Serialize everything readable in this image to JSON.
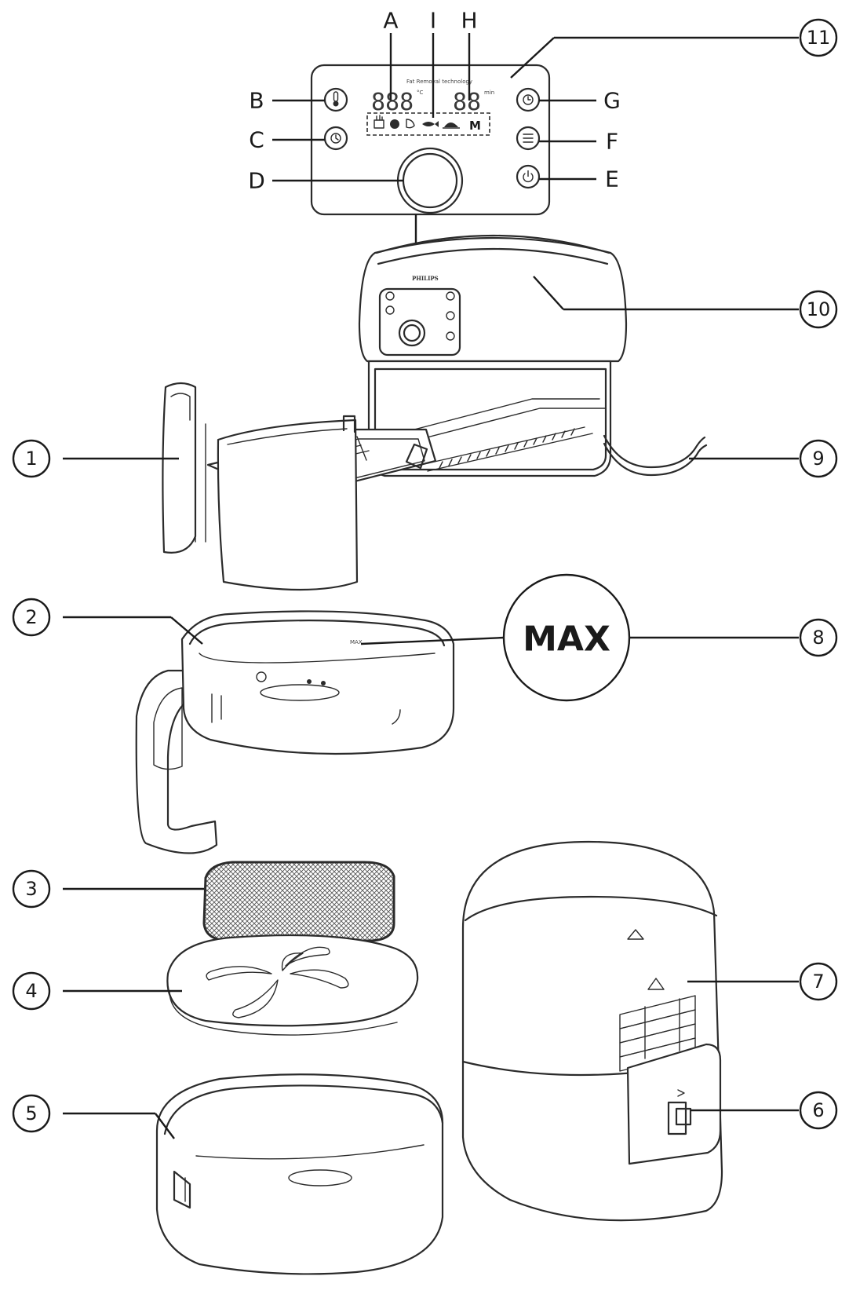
{
  "panel": {
    "brand_text": "Fat Removal technology",
    "temp_digits": "888",
    "temp_unit": "°C",
    "time_digits": "88",
    "time_unit": "min",
    "preset_M": "M"
  },
  "letters": {
    "A": "A",
    "I": "I",
    "H": "H",
    "B": "B",
    "C": "C",
    "D": "D",
    "G": "G",
    "F": "F",
    "E": "E"
  },
  "callouts": {
    "n1": "1",
    "n2": "2",
    "n3": "3",
    "n4": "4",
    "n5": "5",
    "n6": "6",
    "n7": "7",
    "n8": "8",
    "n9": "9",
    "n10": "10",
    "n11": "11"
  },
  "appliance": {
    "brand": "PHILIPS"
  },
  "basket": {
    "max_mark": "MAX"
  },
  "max_callout": "MAX",
  "icons": {
    "B": "thermometer-icon",
    "C": "keep-warm-icon",
    "G": "timer-icon",
    "F": "menu-list-icon",
    "E": "power-icon"
  },
  "colors": {
    "line": "#2b2b2b",
    "background": "#ffffff"
  }
}
